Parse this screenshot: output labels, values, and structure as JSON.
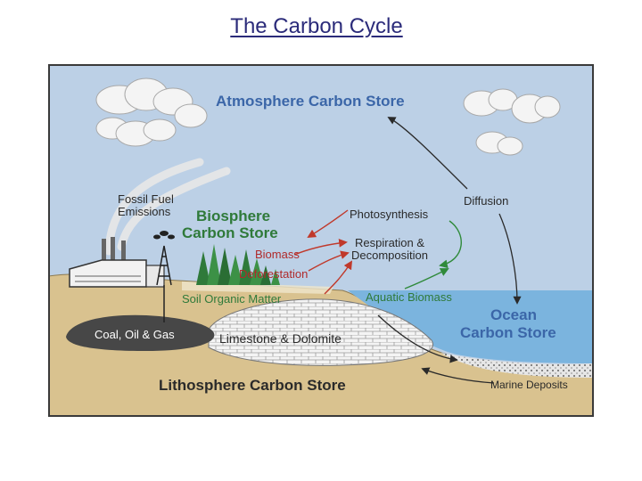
{
  "title": "The Carbon Cycle",
  "diagram": {
    "labels": {
      "atmosphere": "Atmosphere Carbon Store",
      "fossil_emissions_1": "Fossil Fuel",
      "fossil_emissions_2": "Emissions",
      "biosphere_1": "Biosphere",
      "biosphere_2": "Carbon Store",
      "photosynthesis": "Photosynthesis",
      "respiration_1": "Respiration &",
      "respiration_2": "Decomposition",
      "biomass": "Biomass",
      "deforestation": "Deforestation",
      "soil_organic_matter": "Soil Organic Matter",
      "aquatic_biomass": "Aquatic Biomass",
      "diffusion": "Diffusion",
      "ocean_1": "Ocean",
      "ocean_2": "Carbon Store",
      "coal_oil_gas": "Coal, Oil & Gas",
      "limestone": "Limestone & Dolomite",
      "lithosphere": "Lithosphere Carbon Store",
      "marine_deposits": "Marine Deposits"
    },
    "colors": {
      "title": "#2b2b7a",
      "sky": "#bcd0e6",
      "store_label": "#3b66a8",
      "biosphere_label": "#2f7a3a",
      "process_label": "#2a2a2a",
      "red_label": "#b02a2a",
      "ground": "#d9c28f",
      "ocean": "#7bb4de",
      "fossil_deposit": "#474747",
      "frame": "#3a3a3a"
    }
  }
}
